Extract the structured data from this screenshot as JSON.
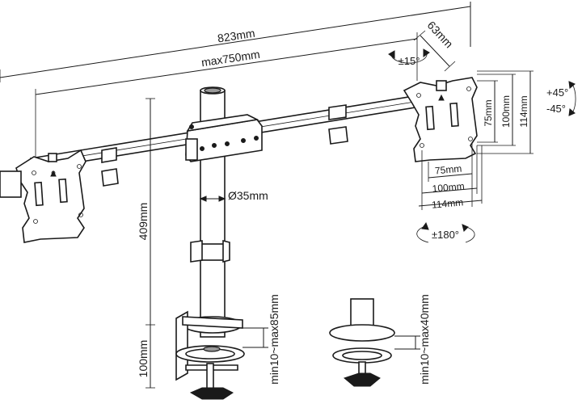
{
  "diagram": {
    "labels": {
      "total_width": "823mm",
      "max_width": "max750mm",
      "depth": "63mm",
      "tilt": "±15°",
      "rotate_pos": "+45°",
      "rotate_neg": "-45°",
      "swivel": "±180°",
      "pole_diameter": "Ø35mm",
      "pole_height": "409mm",
      "clamp_height": "100mm",
      "clamp_range": "min10~max85mm",
      "grommet_range": "min10~max40mm",
      "vesa_75_w": "75mm",
      "vesa_100_w": "100mm",
      "plate_114_w": "114mm",
      "vesa_75_h": "75mm",
      "vesa_100_h": "100mm",
      "plate_114_h": "114mm"
    }
  }
}
